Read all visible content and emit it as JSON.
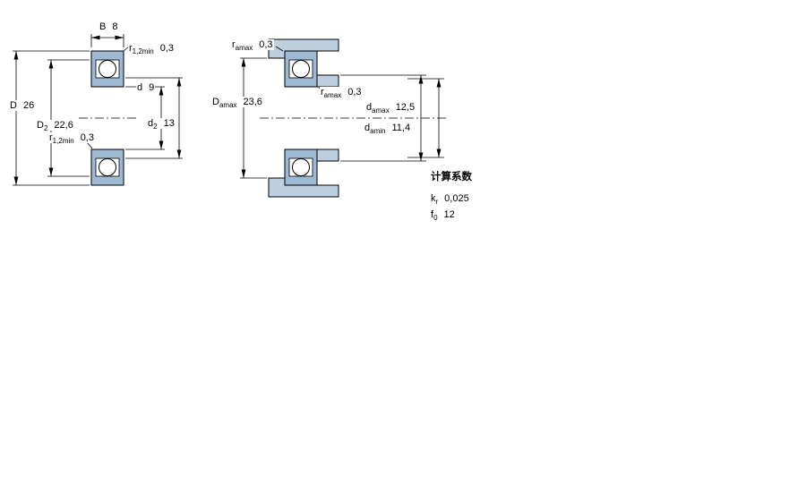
{
  "colors": {
    "bearing_fill": "#9db9d3",
    "abutment_fill": "#bdd0e0",
    "line": "#000000"
  },
  "left_view": {
    "B": {
      "sym": "B",
      "val": "8"
    },
    "r12_top": {
      "sym": "r",
      "sub": "1,2min",
      "val": "0,3"
    },
    "D": {
      "sym": "D",
      "val": "26"
    },
    "D2": {
      "sym": "D",
      "sub": "2",
      "val": "22,6"
    },
    "r12_bottom": {
      "sym": "r",
      "sub": "1,2min",
      "val": "0,3"
    },
    "d": {
      "sym": "d",
      "val": "9"
    },
    "d2": {
      "sym": "d",
      "sub": "2",
      "val": "13"
    }
  },
  "right_view": {
    "ra_top": {
      "sym": "r",
      "sub": "amax",
      "val": "0,3"
    },
    "Da_max": {
      "sym": "D",
      "sub": "amax",
      "val": "23,6"
    },
    "ra_side": {
      "sym": "r",
      "sub": "amax",
      "val": "0,3"
    },
    "da_max": {
      "sym": "d",
      "sub": "amax",
      "val": "12,5"
    },
    "da_min": {
      "sym": "d",
      "sub": "amin",
      "val": "11,4"
    }
  },
  "calculation_factors": {
    "title": "计算系数",
    "kr": {
      "sym": "k",
      "sub": "r",
      "val": "0,025"
    },
    "f0": {
      "sym": "f",
      "sub": "0",
      "val": "12"
    }
  }
}
